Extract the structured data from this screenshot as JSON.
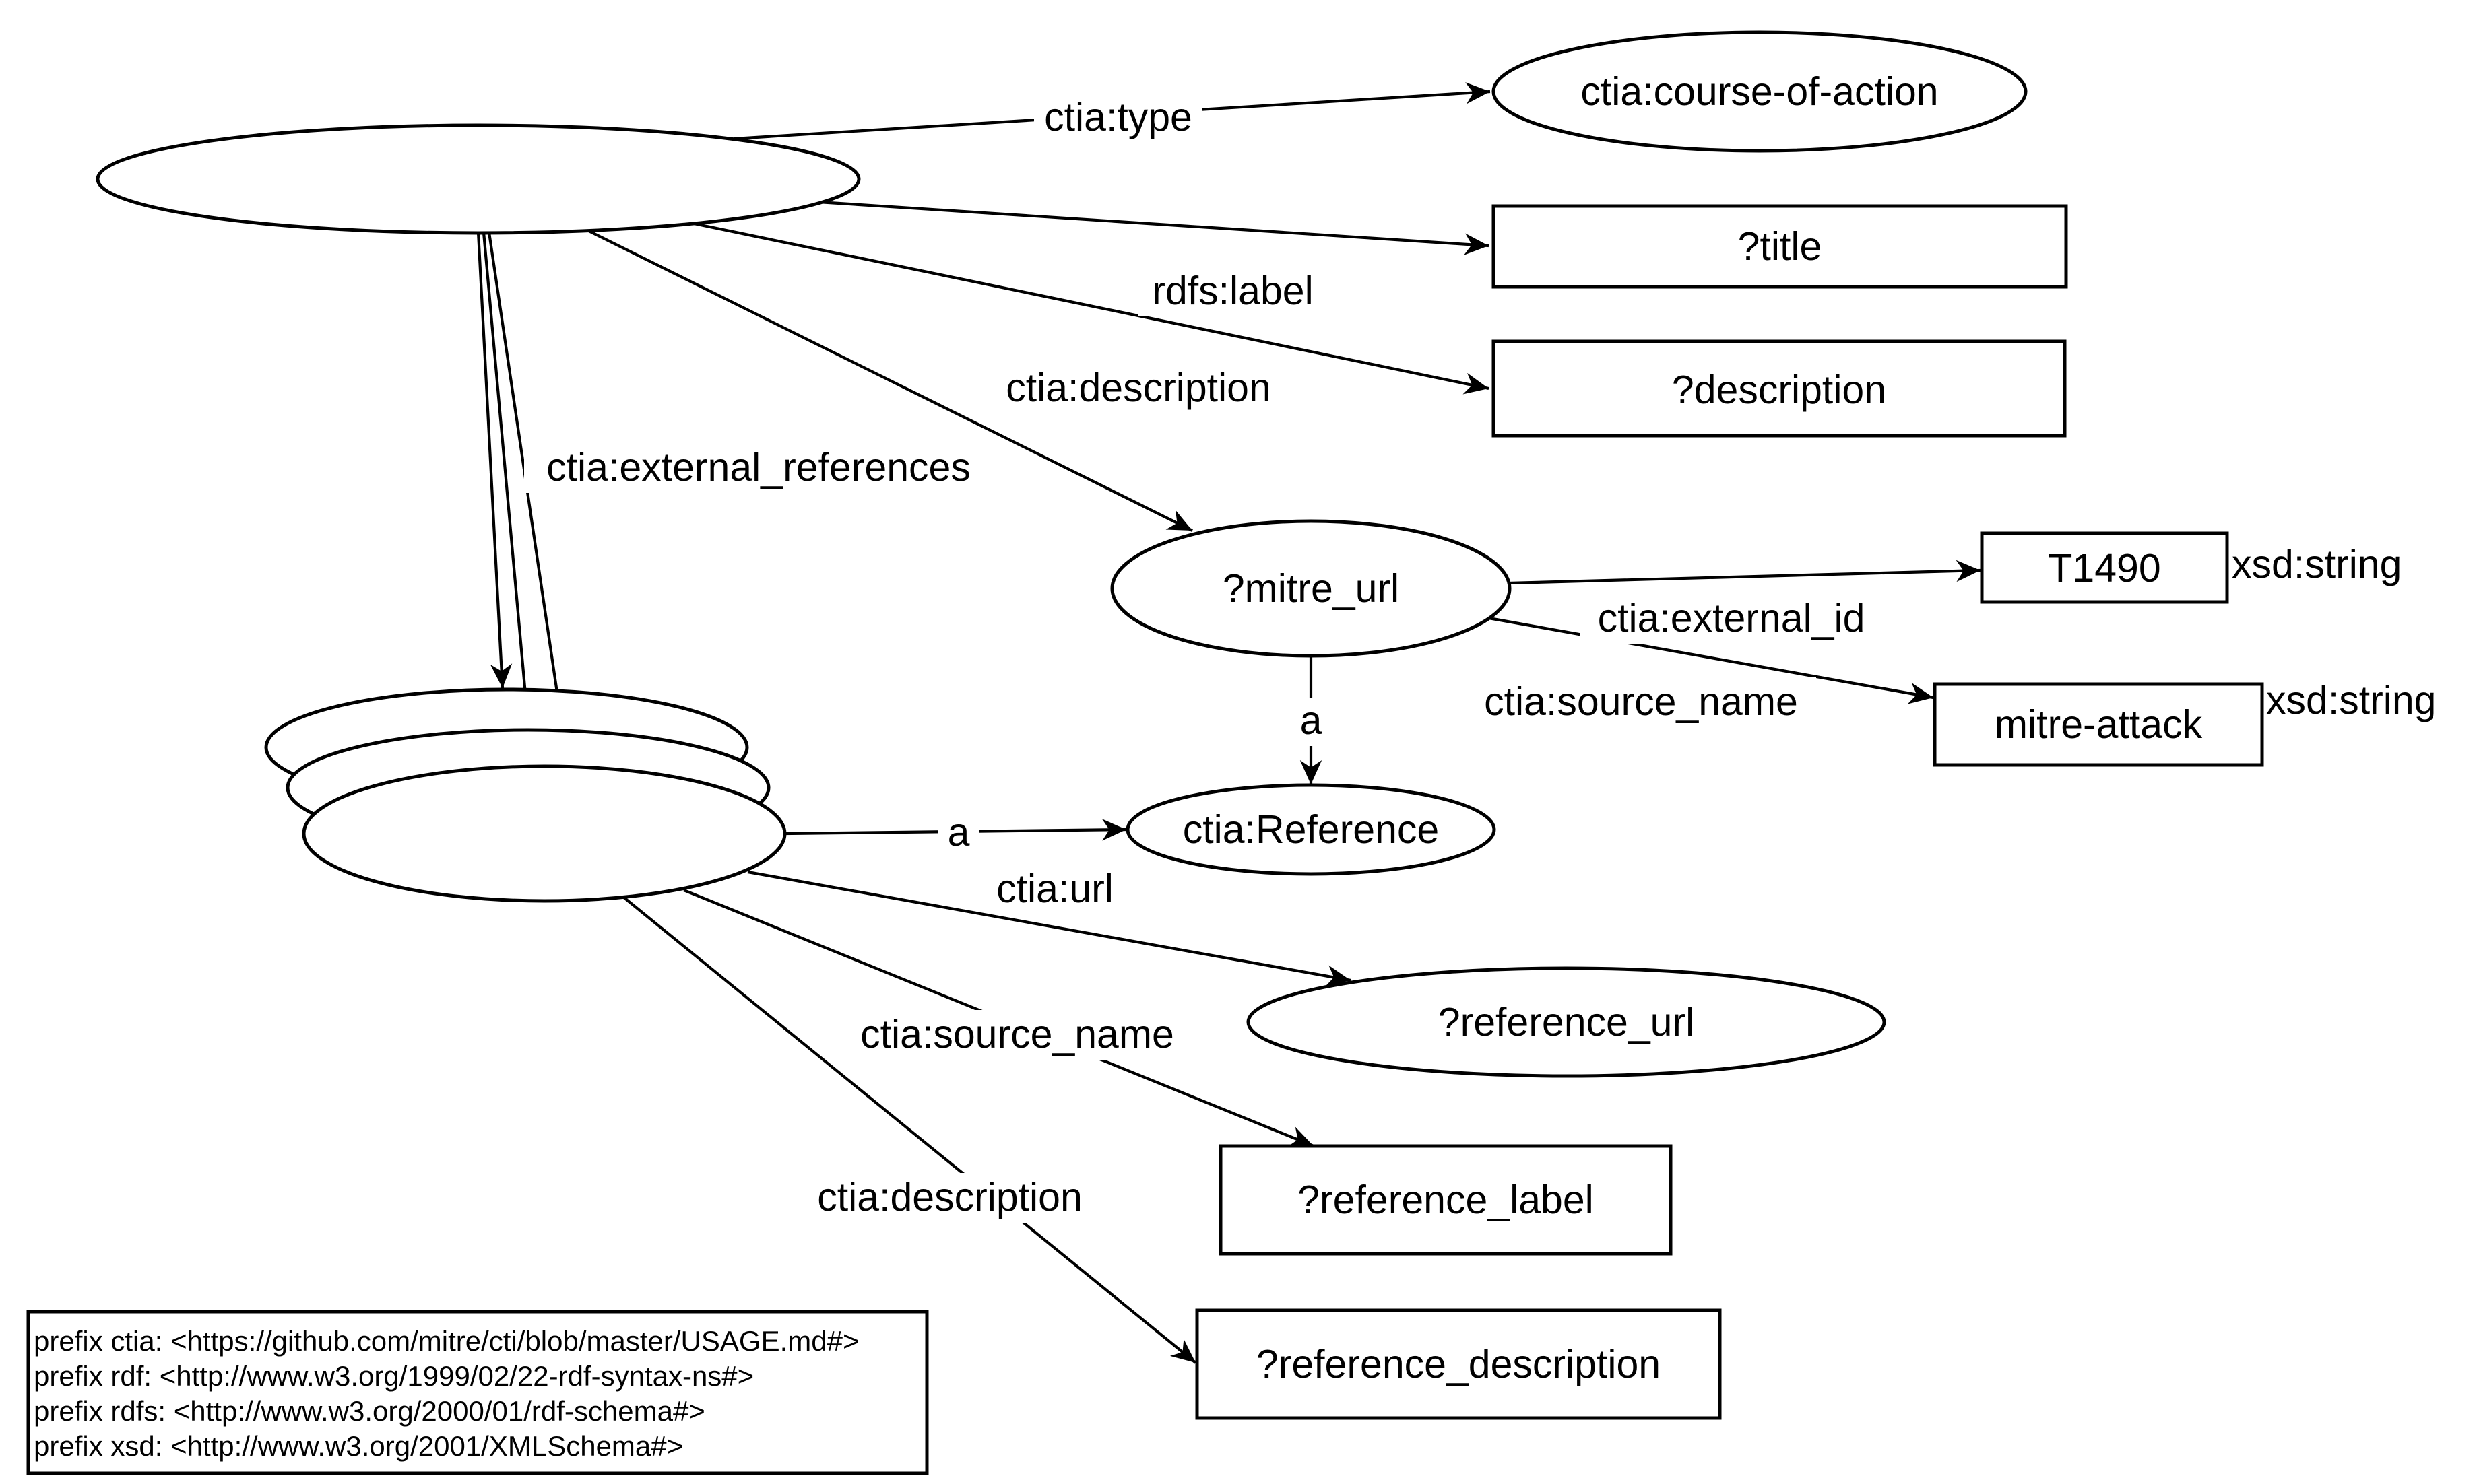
{
  "nodes": {
    "type_value": "ctia:course-of-action",
    "title": "?title",
    "description": "?description",
    "mitre_url": "?mitre_url",
    "external_id_value": "T1490",
    "source_name_value": "mitre-attack",
    "reference_class": "ctia:Reference",
    "reference_url": "?reference_url",
    "reference_label": "?reference_label",
    "reference_description": "?reference_description"
  },
  "datatypes": {
    "external_id": "xsd:string",
    "source_name": "xsd:string"
  },
  "edges": {
    "type": "ctia:type",
    "label": "rdfs:label",
    "description": "ctia:description",
    "external_references": "ctia:external_references",
    "mitre_a": "a",
    "external_id": "ctia:external_id",
    "mitre_source_name": "ctia:source_name",
    "ref_a": "a",
    "ref_url": "ctia:url",
    "ref_source_name": "ctia:source_name",
    "ref_description": "ctia:description"
  },
  "prefixes": [
    "prefix ctia: <https://github.com/mitre/cti/blob/master/USAGE.md#>",
    "prefix rdf:  <http://www.w3.org/1999/02/22-rdf-syntax-ns#>",
    "prefix rdfs: <http://www.w3.org/2000/01/rdf-schema#>",
    "prefix xsd:  <http://www.w3.org/2001/XMLSchema#>"
  ]
}
